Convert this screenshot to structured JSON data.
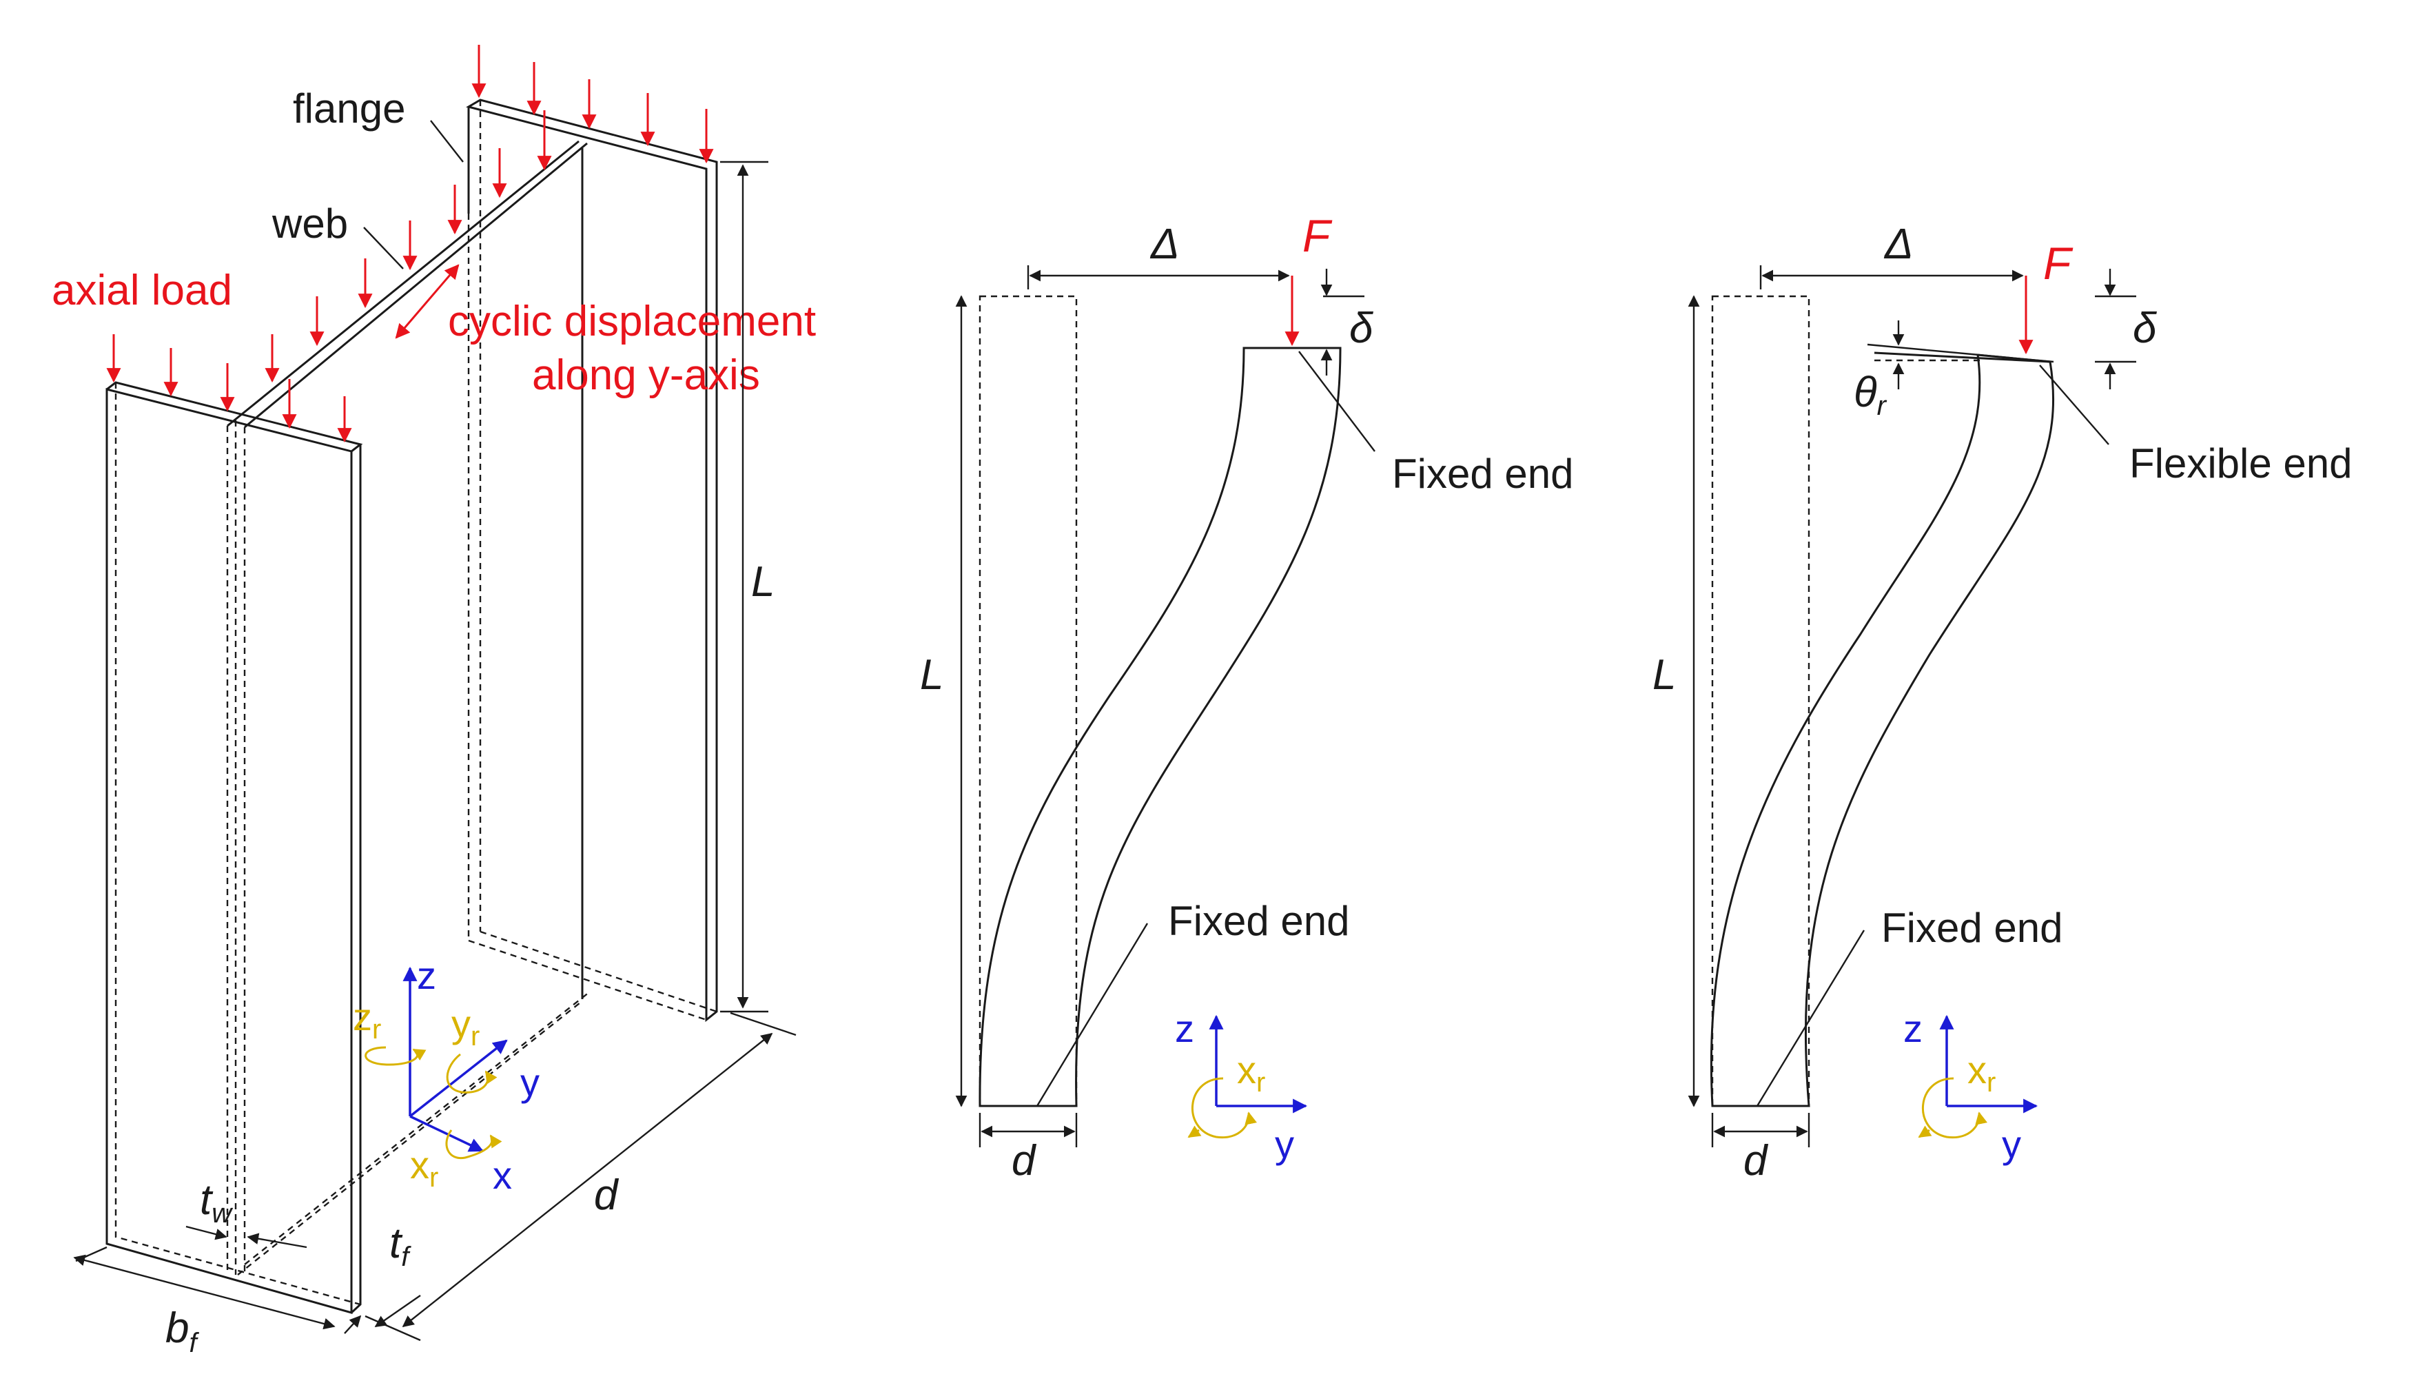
{
  "isometric": {
    "label_flange": "flange",
    "label_web": "web",
    "label_axial_load": "axial load",
    "label_cyclic_line1": "cyclic displacement",
    "label_cyclic_line2": "along y-axis",
    "dim_length": "L",
    "dim_depth": "d",
    "dim_flange_width": "b",
    "dim_flange_width_sub": "f",
    "dim_web_thickness": "t",
    "dim_web_thickness_sub": "w",
    "dim_flange_thickness": "t",
    "dim_flange_thickness_sub": "f",
    "axis_z": "z",
    "axis_y": "y",
    "axis_x": "x",
    "rot_z": "z",
    "rot_z_sub": "r",
    "rot_y": "y",
    "rot_y_sub": "r",
    "rot_x": "x",
    "rot_x_sub": "r"
  },
  "fixed_case": {
    "dim_delta_big": "Δ",
    "force": "F",
    "dim_delta_small": "δ",
    "label_top_end": "Fixed end",
    "label_bottom_end": "Fixed end",
    "dim_length": "L",
    "dim_depth": "d",
    "axis_z": "z",
    "axis_y": "y",
    "rot_x": "x",
    "rot_x_sub": "r"
  },
  "flexible_case": {
    "dim_delta_big": "Δ",
    "force": "F",
    "dim_delta_small": "δ",
    "rotation": "θ",
    "rotation_sub": "r",
    "label_top_end": "Flexible end",
    "label_bottom_end": "Fixed end",
    "dim_length": "L",
    "dim_depth": "d",
    "axis_z": "z",
    "axis_y": "y",
    "rot_x": "x",
    "rot_x_sub": "r"
  },
  "colors": {
    "load": "#e8141c",
    "axis": "#1b1bd6",
    "rotation": "#d9b300",
    "line": "#1a1a1a"
  }
}
